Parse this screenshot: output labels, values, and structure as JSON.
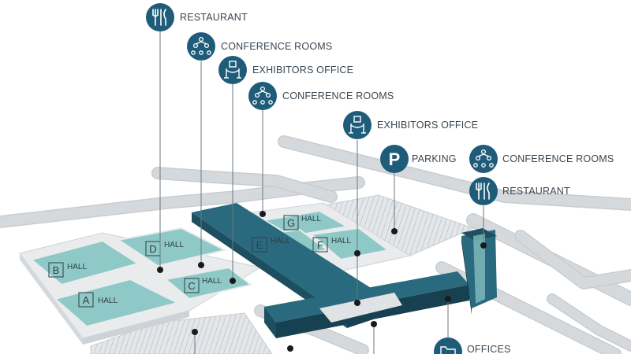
{
  "colors": {
    "primary": "#1f5c7a",
    "building_top": "#2a6a7e",
    "building_side": "#1d4f60",
    "hall_floor": "#8fc9c7",
    "hall_wall": "#e6e8ea",
    "road": "#d6d9dc",
    "parking_stripe": "#bfc4c9"
  },
  "pois": [
    {
      "label": "RESTAURANT",
      "icon": "fork-knife-icon"
    },
    {
      "label": "CONFERENCE ROOMS",
      "icon": "conference-icon"
    },
    {
      "label": "EXHIBITORS OFFICE",
      "icon": "stanchion-icon"
    },
    {
      "label": "CONFERENCE ROOMS",
      "icon": "conference-icon"
    },
    {
      "label": "EXHIBITORS OFFICE",
      "icon": "stanchion-icon"
    },
    {
      "label": "PARKING",
      "icon": "parking-icon"
    },
    {
      "label": "CONFERENCE ROOMS",
      "icon": "conference-icon"
    },
    {
      "label": "RESTAURANT",
      "icon": "fork-knife-icon"
    },
    {
      "label": "OFFICES",
      "icon": "folder-icon"
    }
  ],
  "halls": [
    {
      "letter": "A",
      "word": "HALL"
    },
    {
      "letter": "B",
      "word": "HALL"
    },
    {
      "letter": "C",
      "word": "HALL"
    },
    {
      "letter": "D",
      "word": "HALL"
    },
    {
      "letter": "E",
      "word": "HALL"
    },
    {
      "letter": "F",
      "word": "HALL"
    },
    {
      "letter": "G",
      "word": "HALL"
    }
  ]
}
